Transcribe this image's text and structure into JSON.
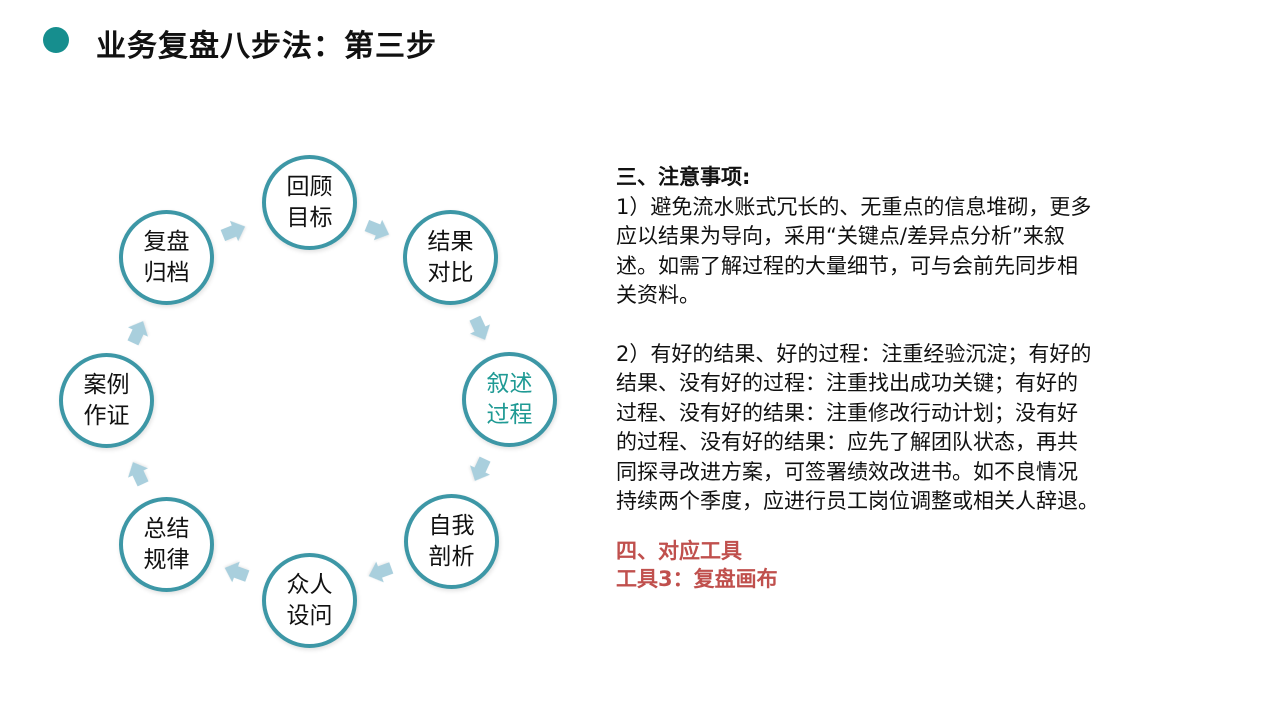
{
  "header": {
    "title": "业务复盘八步法：第三步",
    "bullet_color": "#168e8e"
  },
  "cycle": {
    "ring_color": "#3d97a6",
    "arrow_color": "#a9cfdd",
    "active_text_color": "#1f9a94",
    "nodes": [
      {
        "line1": "回顾",
        "line2": "目标",
        "active": false
      },
      {
        "line1": "结果",
        "line2": "对比",
        "active": false
      },
      {
        "line1": "叙述",
        "line2": "过程",
        "active": true
      },
      {
        "line1": "自我",
        "line2": "剖析",
        "active": false
      },
      {
        "line1": "众人",
        "line2": "设问",
        "active": false
      },
      {
        "line1": "总结",
        "line2": "规律",
        "active": false
      },
      {
        "line1": "案例",
        "line2": "作证",
        "active": false
      },
      {
        "line1": "复盘",
        "line2": "归档",
        "active": false
      }
    ]
  },
  "notes": {
    "heading": "三、注意事项:",
    "item1_lines": [
      "1）避免流水账式冗长的、无重点的信息堆砌，更多",
      "应以结果为导向，采用“关键点/差异点分析”来叙",
      "述。如需了解过程的大量细节，可与会前先同步相",
      "关资料。"
    ],
    "item2_lines": [
      "2）有好的结果、好的过程：注重经验沉淀；有好的",
      "结果、没有好的过程：注重找出成功关键；有好的",
      "过程、没有好的结果：注重修改行动计划；没有好",
      "的过程、没有好的结果：应先了解团队状态，再共",
      "同探寻改进方案，可签署绩效改进书。如不良情况",
      "持续两个季度，应进行员工岗位调整或相关人辞退。"
    ]
  },
  "tools": {
    "heading": "四、对应工具",
    "tool": "工具3：复盘画布",
    "color": "#c0504d"
  }
}
